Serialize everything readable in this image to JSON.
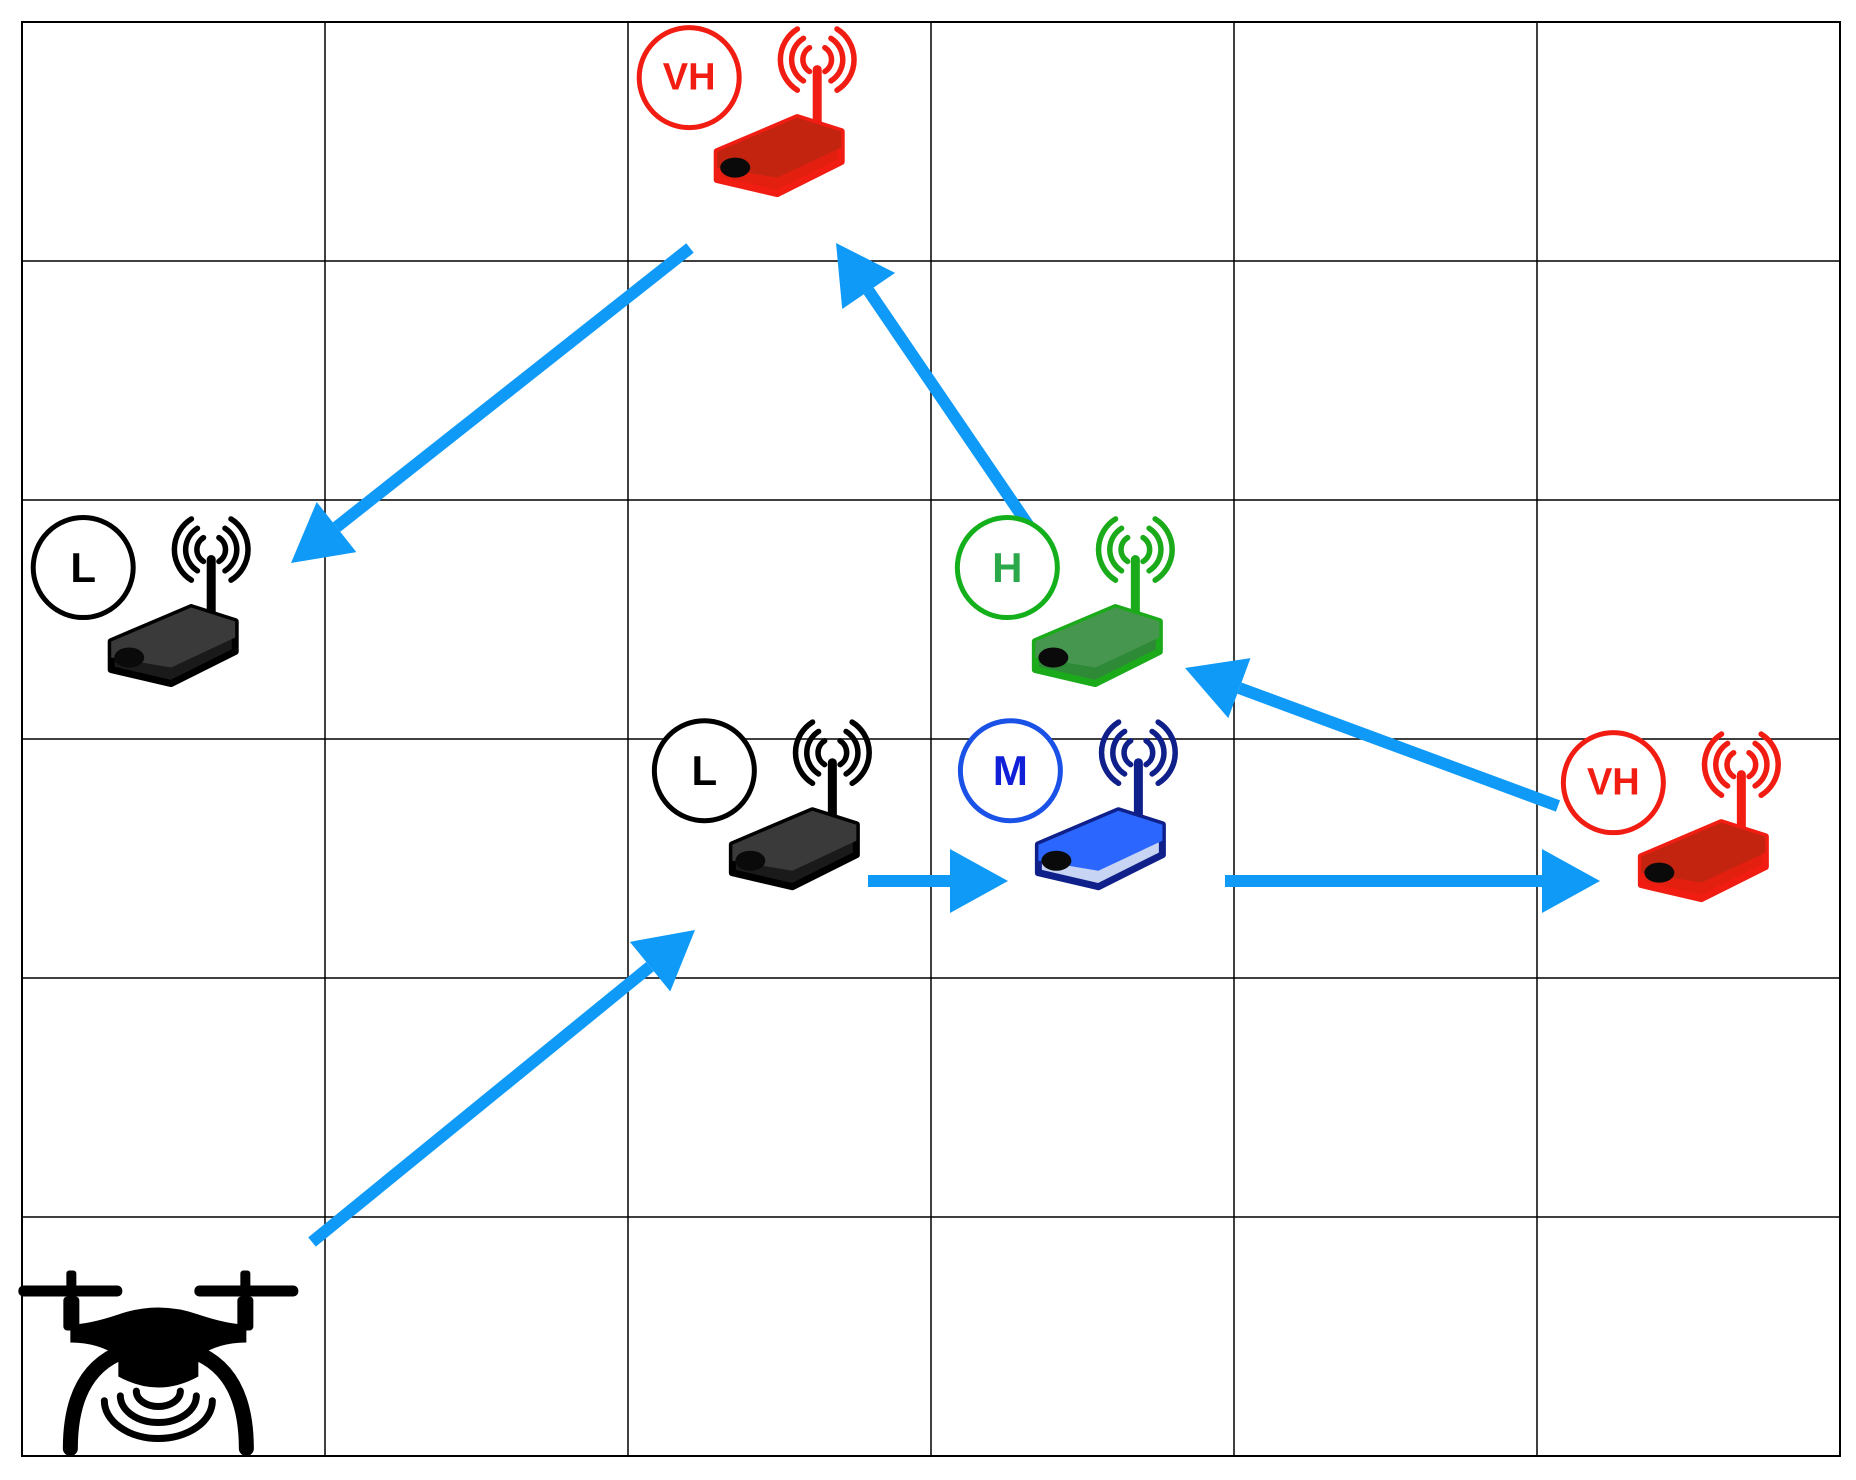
{
  "grid": {
    "cols": 6,
    "rows": 6
  },
  "colors": {
    "arrow": "#0f9af7",
    "grid": "#000000"
  },
  "levels": {
    "L": {
      "label": "L",
      "ring": "#000000",
      "text": "#000000",
      "body": "#2a2a2a",
      "body_top": "#3a3a3a",
      "outline": "#000000",
      "side": "#1a1a1a",
      "antenna": "#000000",
      "waves": "#000000"
    },
    "M": {
      "label": "M",
      "ring": "#1a52e8",
      "text": "#1020d8",
      "body": "#1a55ff",
      "body_top": "#2b66ff",
      "outline": "#10208a",
      "side": "#c8d4f4",
      "antenna": "#10208a",
      "waves": "#10208a"
    },
    "H": {
      "label": "H",
      "ring": "#14b01c",
      "text": "#2ba84a",
      "body": "#3a8a44",
      "body_top": "#479650",
      "outline": "#1aaa1a",
      "side": "#2e8a36",
      "antenna": "#1aaa1a",
      "waves": "#1aaa1a"
    },
    "VH": {
      "label": "VH",
      "ring": "#f21d12",
      "text": "#f21d12",
      "body": "#b81c0a",
      "body_top": "#c22410",
      "outline": "#f21d12",
      "side": "#e32010",
      "antenna": "#f21d12",
      "waves": "#f21d12"
    }
  },
  "sensors": [
    {
      "id": "s1",
      "level": "VH",
      "cell": [
        2,
        0
      ]
    },
    {
      "id": "s2",
      "level": "L",
      "cell": [
        0,
        2
      ]
    },
    {
      "id": "s3",
      "level": "H",
      "cell": [
        3,
        2
      ]
    },
    {
      "id": "s4",
      "level": "L",
      "cell": [
        2,
        3
      ]
    },
    {
      "id": "s5",
      "level": "M",
      "cell": [
        3,
        3
      ]
    },
    {
      "id": "s6",
      "level": "VH",
      "cell": [
        5,
        3
      ]
    }
  ],
  "drone": {
    "icon": "drone-icon",
    "cell": [
      0,
      5
    ]
  },
  "path": [
    {
      "from": "drone",
      "to": "s4"
    },
    {
      "from": "s4",
      "to": "s5"
    },
    {
      "from": "s5",
      "to": "s6"
    },
    {
      "from": "s6",
      "to": "s3"
    },
    {
      "from": "s3",
      "to": "s1"
    },
    {
      "from": "s1",
      "to": "s2"
    }
  ]
}
